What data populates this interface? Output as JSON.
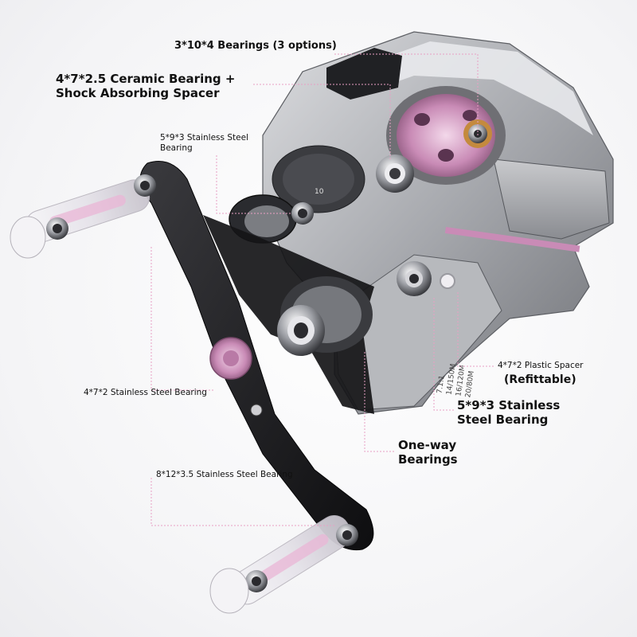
{
  "labels": {
    "bearings_3x10x4": "3*10*4 Bearings (3 options)",
    "ceramic_line1": "4*7*2.5 Ceramic Bearing +",
    "ceramic_line2": "Shock Absorbing Spacer",
    "ss_5x9x3_small_line1": "5*9*3 Stainless Steel",
    "ss_5x9x3_small_line2": "Bearing",
    "ss_4x7x2": "4*7*2 Stainless Steel Bearing",
    "ss_8x12x35": "8*12*3.5 Stainless Steel Bearing",
    "plastic_spacer_line1": "4*7*2 Plastic Spacer",
    "plastic_spacer_line2": "(Refittable)",
    "ss_5x9x3_big_line1": "5*9*3 Stainless",
    "ss_5x9x3_big_line2": "Steel Bearing",
    "oneway_line1": "One-way",
    "oneway_line2": "Bearings"
  },
  "reel_markings": {
    "dial_number": "10",
    "ratio": "7.1:1",
    "line_spec_1": "14/150M",
    "line_spec_2": "16/120M",
    "line_spec_3": "20/80M"
  },
  "colors": {
    "accent_pink": "#d9a3c8",
    "leader_line": "#e8a0c4",
    "body_gray": "#a9abb0",
    "carbon_black": "#1a1a1c"
  }
}
